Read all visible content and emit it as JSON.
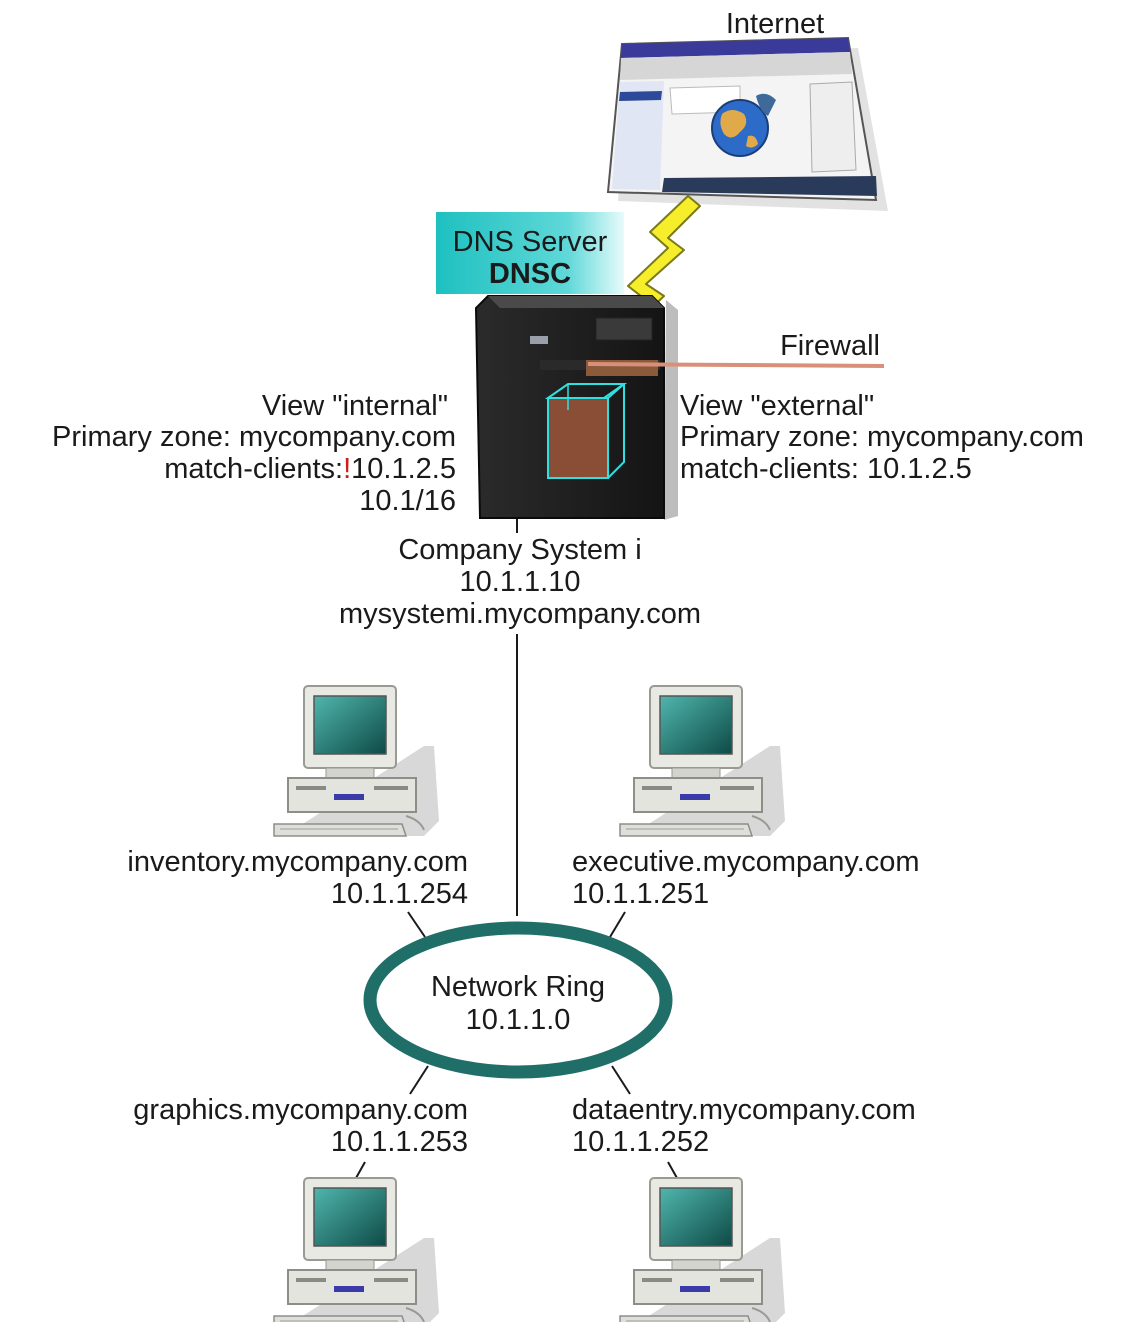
{
  "internet": {
    "label": "Internet"
  },
  "dns_server": {
    "title": "DNS Server",
    "name": "DNSC",
    "accent": "#27c7c7"
  },
  "firewall": {
    "label": "Firewall",
    "line_color": "#d9907a"
  },
  "view_internal": {
    "title": "View \"internal\"",
    "zone": "Primary zone: mycompany.com",
    "match_prefix": "match-clients:",
    "negation": "!",
    "match_ip": "10.1.2.5",
    "match_net": "10.1/16"
  },
  "view_external": {
    "title": "View \"external\"",
    "zone": "Primary zone: mycompany.com",
    "match": "match-clients: 10.1.2.5"
  },
  "system": {
    "name": "Company System i",
    "ip": "10.1.1.10",
    "host": "mysystemi.mycompany.com"
  },
  "ring": {
    "label": "Network Ring",
    "ip": "10.1.1.0",
    "color": "#1f6f68"
  },
  "hosts": [
    {
      "name": "inventory.mycompany.com",
      "ip": "10.1.1.254"
    },
    {
      "name": "executive.mycompany.com",
      "ip": "10.1.1.251"
    },
    {
      "name": "graphics.mycompany.com",
      "ip": "10.1.1.253"
    },
    {
      "name": "dataentry.mycompany.com",
      "ip": "10.1.1.252"
    }
  ],
  "icons": {
    "browser": "browser-window-icon",
    "globe": "globe-icon",
    "server": "server-tower-icon",
    "pc": "desktop-computer-icon",
    "lightning": "lightning-bolt-icon"
  }
}
